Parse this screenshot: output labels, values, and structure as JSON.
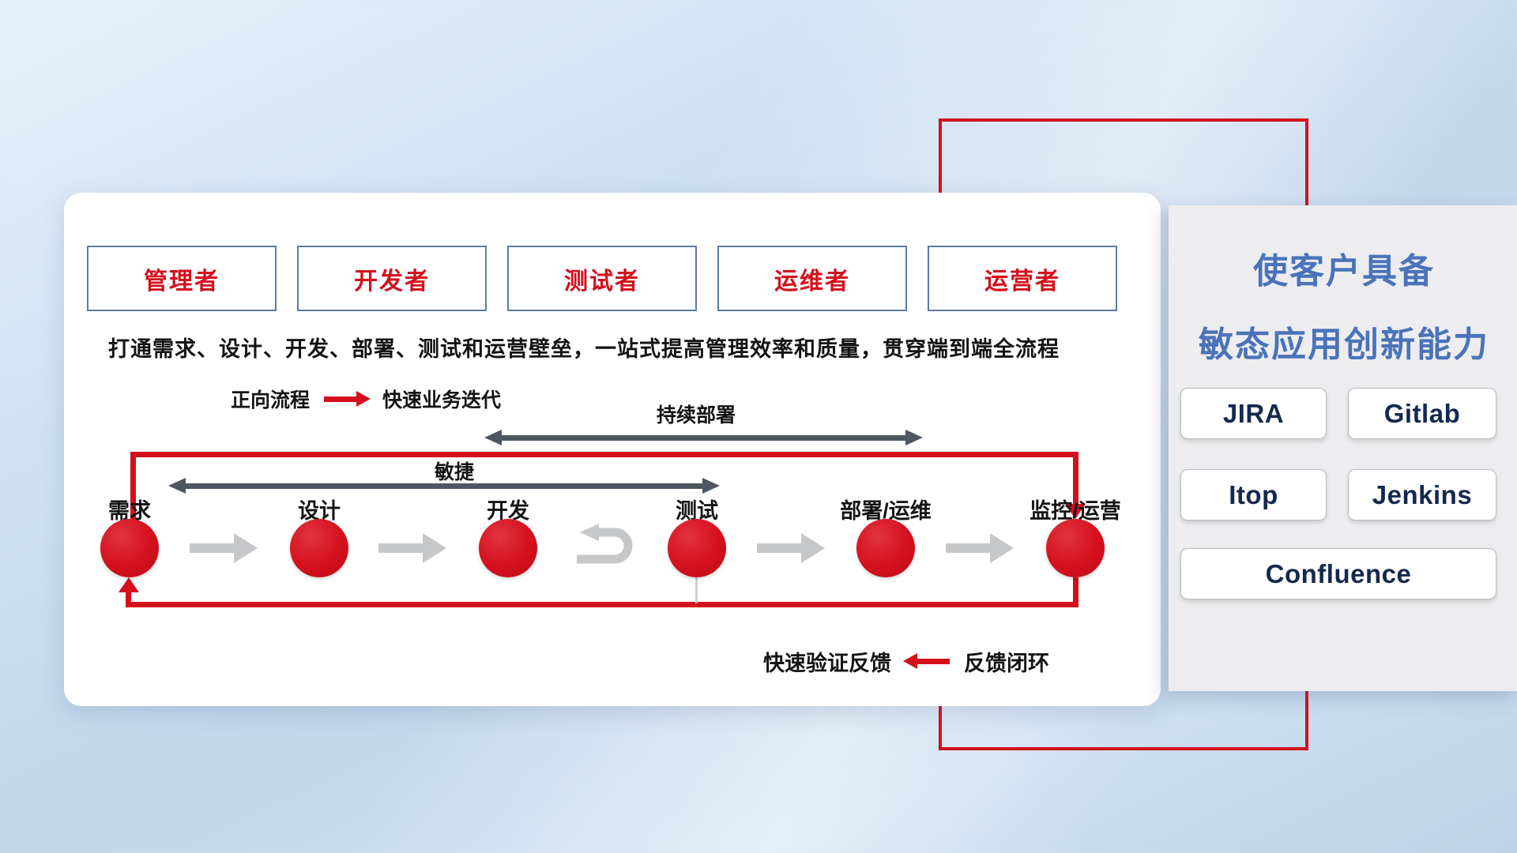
{
  "roles": [
    "管理者",
    "开发者",
    "测试者",
    "运维者",
    "运营者"
  ],
  "subtitle": "打通需求、设计、开发、部署、测试和运营壁垒，一站式提高管理效率和质量，贯穿端到端全流程",
  "forward_legend": {
    "label": "正向流程",
    "value": "快速业务迭代"
  },
  "feedback_legend": {
    "label": "快速验证反馈",
    "value": "反馈闭环"
  },
  "span_arrows": {
    "continuous_deploy": "持续部署",
    "agile": "敏捷"
  },
  "stages": [
    "需求",
    "设计",
    "开发",
    "测试",
    "部署/运维",
    "监控/运营"
  ],
  "right_panel": {
    "title_line1": "使客户具备",
    "title_line2": "敏态应用创新能力",
    "tools": [
      "JIRA",
      "Gitlab",
      "Itop",
      "Jenkins",
      "Confluence"
    ]
  },
  "colors": {
    "accent_red": "#d4101d",
    "title_blue": "#4a73b9",
    "role_box_border": "#5a7bab",
    "dark_span_arrow": "#4e5662",
    "gray_flow_arrow": "#c5c7c9",
    "tool_text": "#14294e"
  }
}
